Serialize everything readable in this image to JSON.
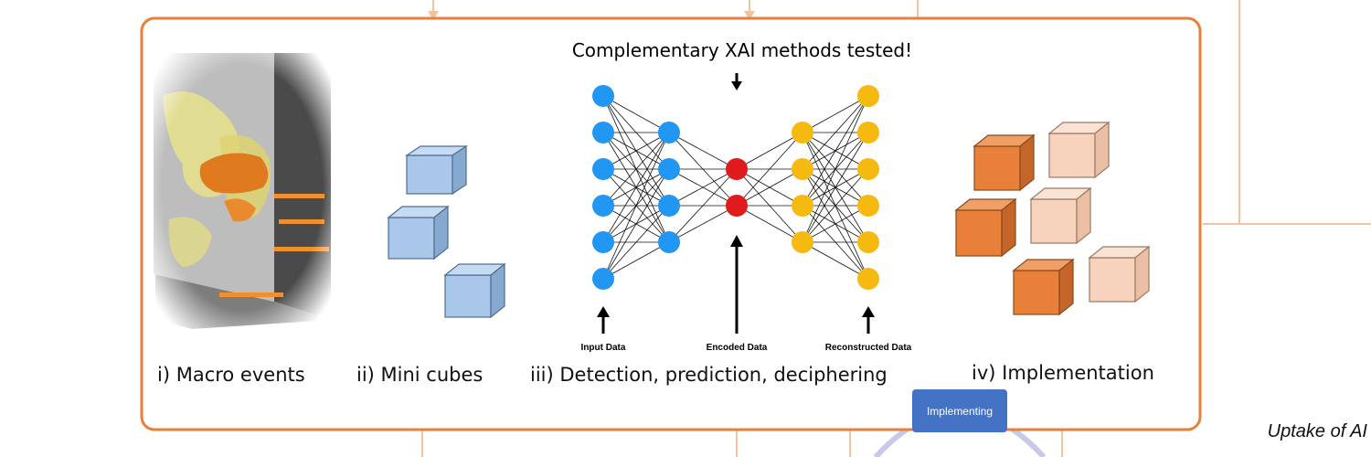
{
  "header": {
    "title": "Complementary XAI methods tested!"
  },
  "stages": [
    {
      "label": "i) Macro events"
    },
    {
      "label": "ii) Mini cubes"
    },
    {
      "label": "iii) Detection, prediction, deciphering"
    },
    {
      "label": "iv) Implementation"
    }
  ],
  "network": {
    "input_label": "Input Data",
    "encoded_label": "Encoded Data",
    "reconstructed_label": "Reconstructed Data",
    "layer_sizes": [
      6,
      4,
      2,
      4,
      6
    ],
    "colors": {
      "input": "#2196f3",
      "encoded": "#e01b1b",
      "output": "#f5b90f"
    }
  },
  "badge": {
    "label": "Implementing"
  },
  "footer": {
    "caption": "Uptake of AI"
  },
  "colors": {
    "frame": "#e8803a",
    "connector": "#f3c3a0",
    "cube_blue": "#a9c7e8",
    "cube_orange": "#e8803a",
    "cube_peach": "#f7d3bd"
  }
}
